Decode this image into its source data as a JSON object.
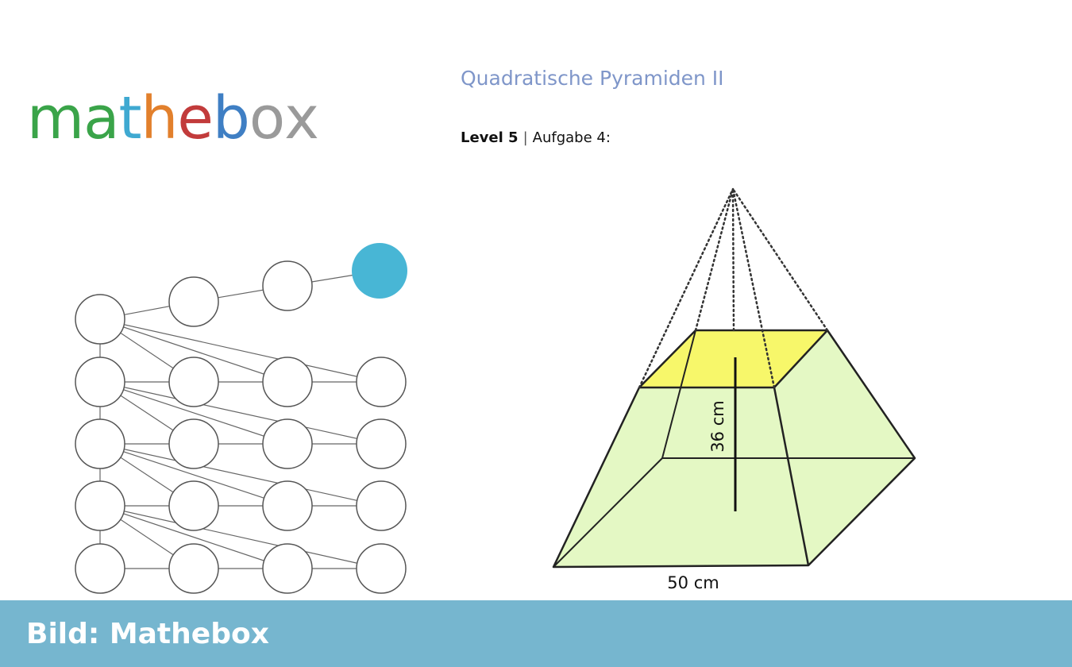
{
  "logo": {
    "letters": [
      "m",
      "a",
      "t",
      "h",
      "e",
      "b",
      "o",
      "x"
    ],
    "colors": [
      "#3aa449",
      "#3aa449",
      "#3fa9d1",
      "#e2802c",
      "#c23b3b",
      "#3f7fc4",
      "#9a9a9a",
      "#9a9a9a",
      "#9a9a9a"
    ]
  },
  "header": {
    "title": "Quadratische Pyramiden II",
    "level_label": "Level 5",
    "separator": "|",
    "task_label": "Aufgabe 4:"
  },
  "network": {
    "highlight_color": "#48b6d5"
  },
  "pyramid": {
    "height_label": "36 cm",
    "base_label": "50 cm",
    "top_face_color": "#f7f76a",
    "side_face_color": "#e4f8c4"
  },
  "footer": {
    "caption": "Bild: Mathebox",
    "background": "#76b6cf"
  }
}
